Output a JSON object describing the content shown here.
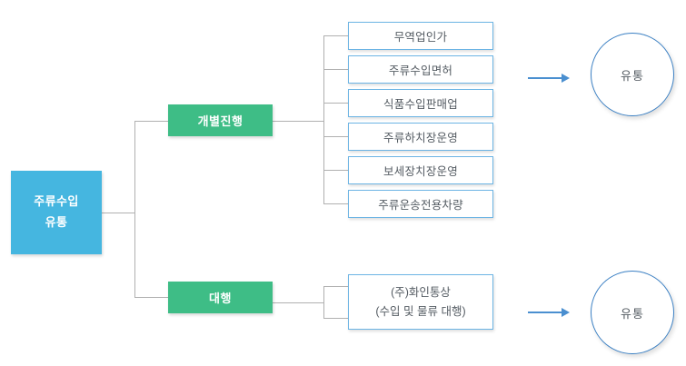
{
  "diagram": {
    "root": {
      "label_line1": "주류수입",
      "label_line2": "유통",
      "color": "#45b6e0"
    },
    "branches": [
      {
        "name": "individual",
        "label": "개별진행",
        "color": "#3ebd86"
      },
      {
        "name": "agency",
        "label": "대행",
        "color": "#3ebd86"
      }
    ],
    "individual_items": [
      {
        "label": "무역업인가"
      },
      {
        "label": "주류수입면허"
      },
      {
        "label": "식품수입판매업"
      },
      {
        "label": "주류하치장운영"
      },
      {
        "label": "보세장치장운영"
      },
      {
        "label": "주류운송전용차량"
      }
    ],
    "agency_detail": {
      "label_line1": "(주)화인통상",
      "label_line2": "(수입 및 물류 대행)"
    },
    "results": [
      {
        "name": "distribution-top",
        "label": "유통"
      },
      {
        "name": "distribution-bottom",
        "label": "유통"
      }
    ],
    "colors": {
      "root_fill": "#45b6e0",
      "branch_fill": "#3ebd86",
      "item_border": "#6cb4e4",
      "circle_border": "#3b80c4",
      "connector": "#b0b0b0",
      "arrow": "#4a8fd0",
      "text_dark": "#555c63",
      "text_light": "#ffffff"
    }
  }
}
